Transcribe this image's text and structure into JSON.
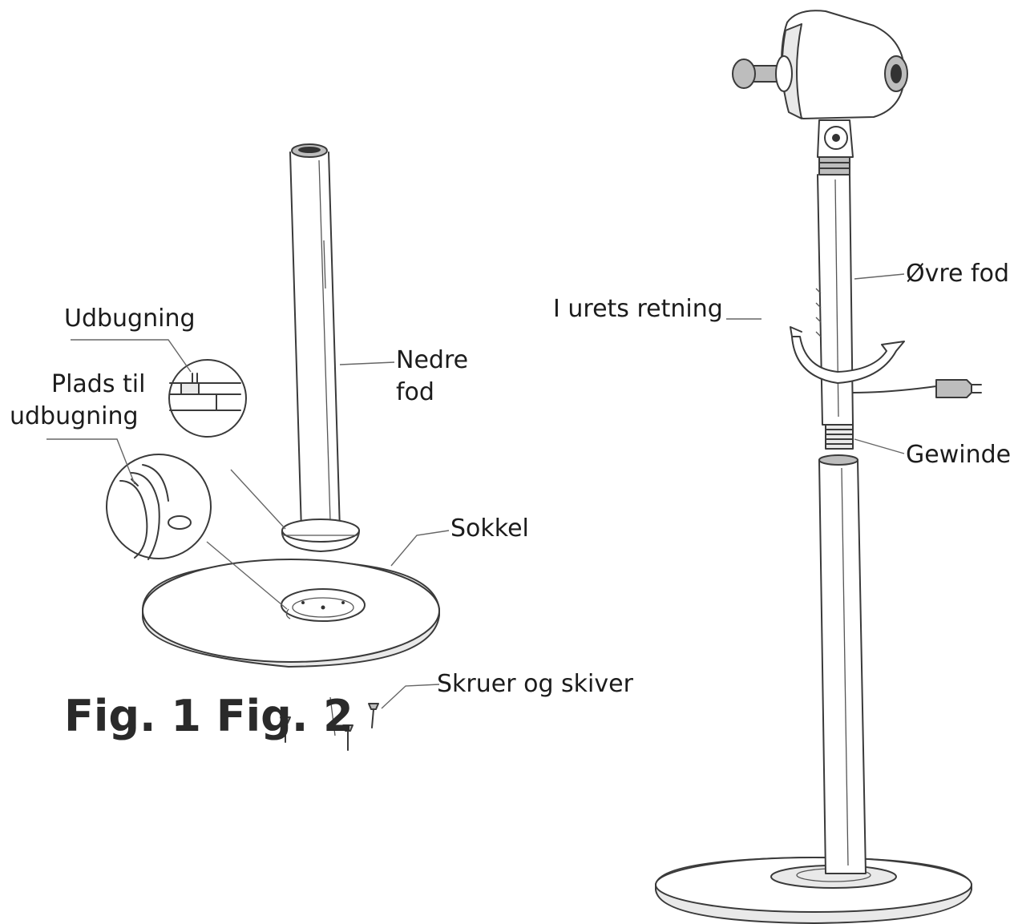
{
  "labels": {
    "udbugning": "Udbugning",
    "plads_til": "Plads til",
    "udbugning2": "udbugning",
    "nedre": "Nedre",
    "fod": "fod",
    "sokkel": "Sokkel",
    "skruer": "Skruer og skiver",
    "ovre_fod": "Øvre fod",
    "i_urets_retning": "I urets retning",
    "gewinde": "Gewinde"
  },
  "figure_captions": {
    "fig1": "Fig. 1",
    "fig2": "Fig. 2"
  }
}
